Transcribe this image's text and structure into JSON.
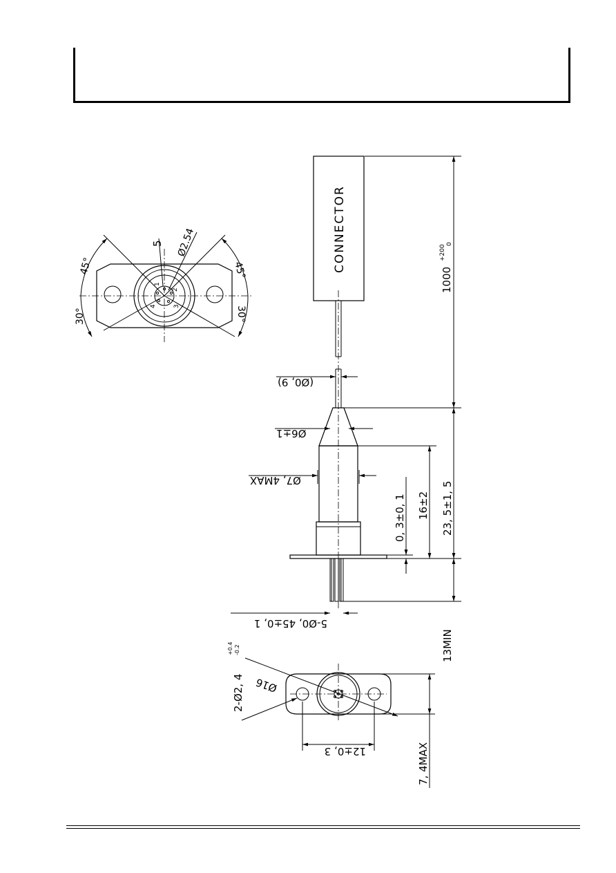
{
  "drawing": {
    "connector_label": "CONNECTOR",
    "lead_length": "1000",
    "lead_length_tol_upper": "+200",
    "lead_length_tol_lower": "0",
    "cable_dia": "(Ø0, 9)",
    "taper_dia": "Ø6±1",
    "body_dia": "Ø7, 4MAX",
    "flange_thk": "0, 3±0, 1",
    "body_len": "16±2",
    "total_len": "23, 5±1, 5",
    "pin_dia": "5-Ø0, 45±0, 1",
    "pin_len": "13MIN",
    "flange_dia": "Ø16",
    "hole_dia": "2-Ø2, 4",
    "hole_tol_upper": "+0.4",
    "hole_tol_lower": "-0.2",
    "hole_spacing": "12±0, 3",
    "flange_width": "7, 4MAX",
    "pin_pitch": "Ø2.54",
    "pin_label_5": "5",
    "pin_1": "1",
    "pin_2": "2",
    "pin_3": "3",
    "pin_4": "4",
    "angle_45_left": "45°",
    "angle_45_right": "45°",
    "angle_30_left": "30°",
    "angle_30_right": "30°"
  }
}
